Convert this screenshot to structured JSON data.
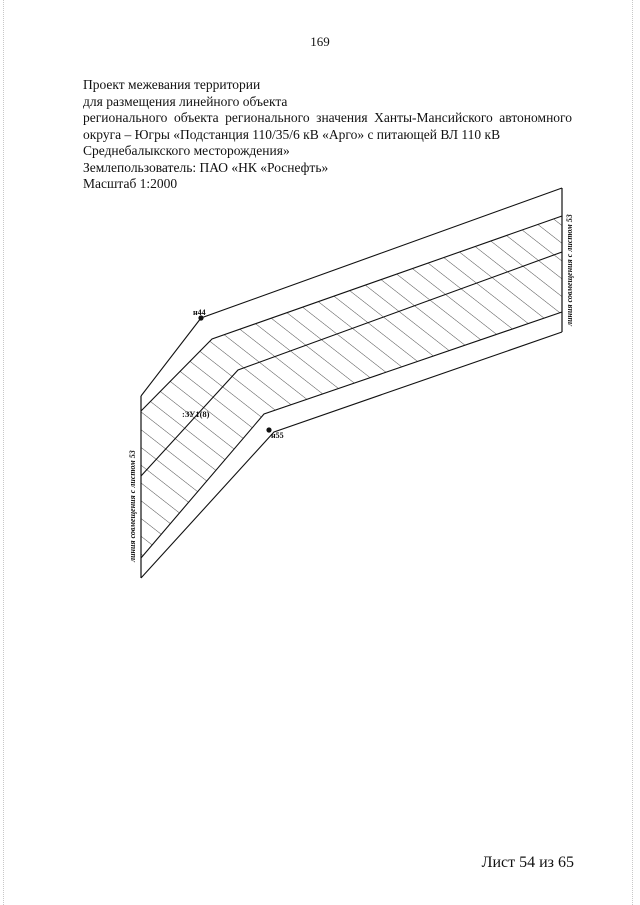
{
  "page_number": "169",
  "header": {
    "line1": "Проект межевания территории",
    "line2": "для размещения линейного объекта",
    "line3": "регионального объекта регионального значения Ханты-Мансийского автономного",
    "line4": "округа – Югры «Подстанция 110/35/6 кВ «Арго» с питающей ВЛ 110 кВ",
    "line5": "Среднебалыкского месторождения»",
    "line6": "Землепользователь: ПАО «НК «Роснефть»",
    "line7": "Масштаб 1:2000"
  },
  "drawing": {
    "point_top_label": "н44",
    "point_bottom_label": "н55",
    "parcel_label": ":ЗУ1(8)",
    "match_line_right": "линия совмещения с листом 53",
    "match_line_left": "линия совмещения с листом 53"
  },
  "footer": {
    "sheet_label": "Лист 54 из 65"
  }
}
